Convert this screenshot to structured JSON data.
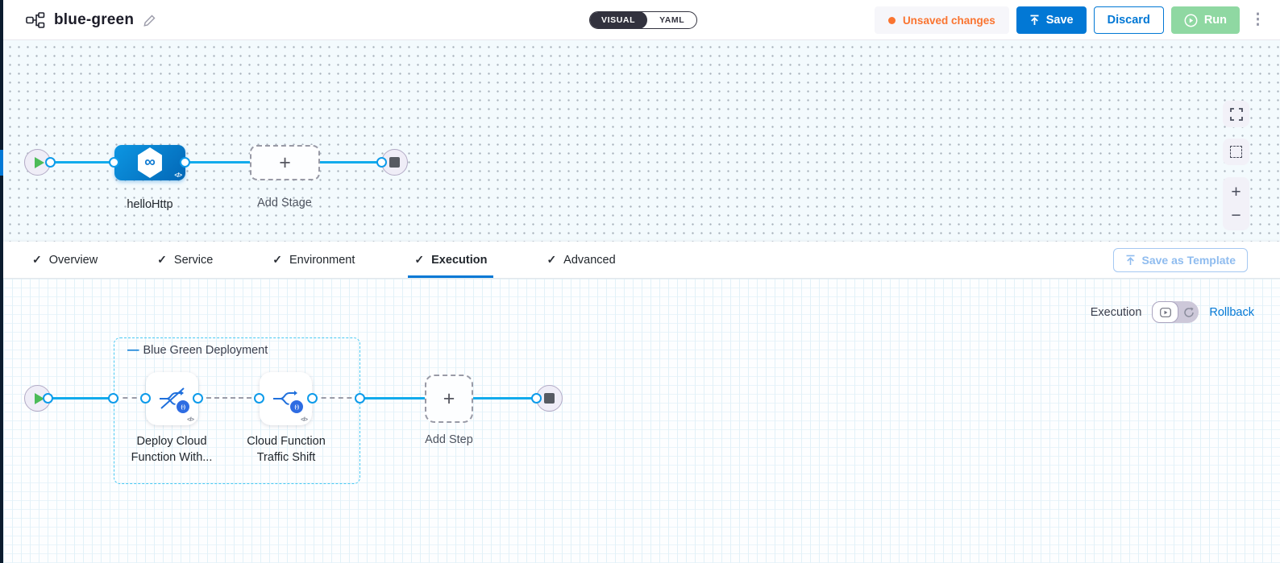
{
  "header": {
    "title": "blue-green",
    "mode_toggle": {
      "visual": "VISUAL",
      "yaml": "YAML"
    },
    "unsaved_badge": "Unsaved changes",
    "save_label": "Save",
    "discard_label": "Discard",
    "run_label": "Run"
  },
  "stage_canvas": {
    "stage_name": "helloHttp",
    "add_stage_label": "Add Stage"
  },
  "tabs": {
    "items": [
      {
        "label": "Overview"
      },
      {
        "label": "Service"
      },
      {
        "label": "Environment"
      },
      {
        "label": "Execution"
      },
      {
        "label": "Advanced"
      }
    ],
    "active_tab": "Execution",
    "save_as_template_label": "Save as Template"
  },
  "execution_panel": {
    "mode_label": "Execution",
    "rollback_label": "Rollback"
  },
  "execution_canvas": {
    "group_title": "Blue Green Deployment",
    "steps": [
      {
        "line1": "Deploy Cloud",
        "line2": "Function With..."
      },
      {
        "line1": "Cloud Function",
        "line2": "Traffic Shift"
      }
    ],
    "add_step_label": "Add Step"
  },
  "icons": {
    "check": "✓",
    "plus": "+",
    "minus": "−",
    "kebab": "⋮",
    "code": "</>",
    "stage_glyph": "∞",
    "group_dash": "—",
    "function_badge": "(-)"
  },
  "colors": {
    "primary_blue": "#0278D5",
    "connector_cyan": "#12ABEC",
    "group_border_cyan": "#49C9F3",
    "unsaved_orange": "#FA7430",
    "run_green": "#8FD8A2",
    "play_green": "#4CBB58",
    "dark_navy": "#32323E",
    "canvas_tint": "#F3FAFD"
  }
}
